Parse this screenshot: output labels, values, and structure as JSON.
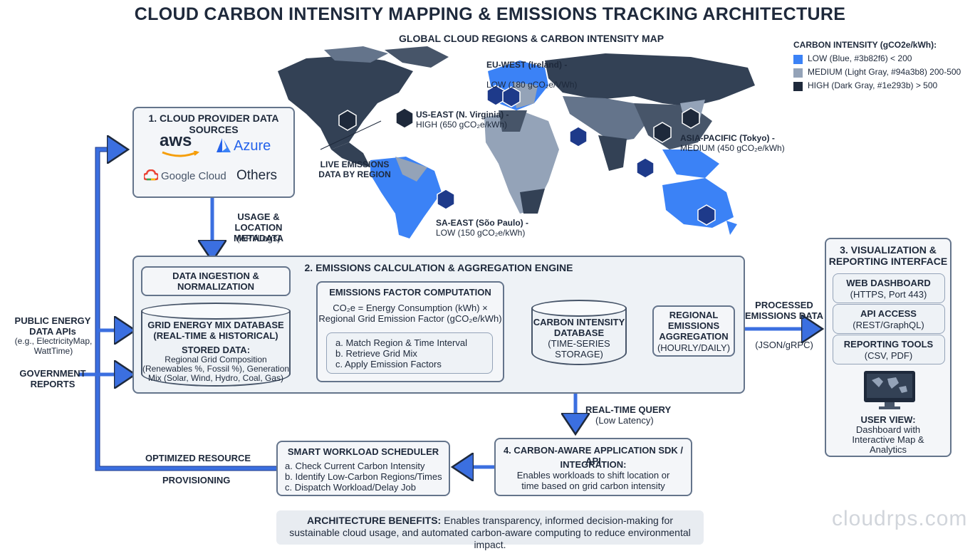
{
  "title": "CLOUD CARBON INTENSITY MAPPING & EMISSIONS TRACKING ARCHITECTURE",
  "map": {
    "heading": "GLOBAL CLOUD REGIONS & CARBON INTENSITY MAP",
    "live_label": "LIVE EMISSIONS\nDATA BY REGION",
    "regions": [
      {
        "name": "EU-WEST (Ireland) -",
        "value": "LOW (180 gCO₂e/VWh)"
      },
      {
        "name": "US-EAST (N. Virginia) -",
        "value": "HIGH (650 gCO₂e/kWh)"
      },
      {
        "name": "ASIA-PACIFIC (Tokyo) -",
        "value": "MEDIUM (450 gCO₂e/kWh)"
      },
      {
        "name": "SA-EAST (Sõo Paulo) -",
        "value": "LOW (150 gCO₂e/kWh)"
      }
    ]
  },
  "legend": {
    "title": "CARBON INTENSITY (gCO2e/kWh):",
    "items": [
      {
        "label": "LOW (Blue, #3b82f6) < 200",
        "color": "#3b82f6"
      },
      {
        "label": "MEDIUM (Light Gray, #94a3b8) 200-500",
        "color": "#94a3b8"
      },
      {
        "label": "HIGH (Dark Gray, #1e293b) > 500",
        "color": "#1e293b"
      }
    ]
  },
  "sources": {
    "heading": "1. CLOUD PROVIDER DATA SOURCES",
    "aws": "aws",
    "azure": "Azure",
    "google": "Google Cloud",
    "others": "Others"
  },
  "usage_label": "USAGE & LOCATION\nMETADATA",
  "usage_sub": "(API/Logs)",
  "left_inputs": {
    "public_energy": "PUBLIC ENERGY\nDATA APIs",
    "public_energy_sub": "(e.g., ElectricityMap,\nWattTime)",
    "government": "GOVERNMENT\nREPORTS"
  },
  "engine": {
    "heading": "2. EMISSIONS CALCULATION & AGGREGATION ENGINE",
    "ingestion": "DATA INGESTION &\nNORMALIZATION",
    "grid_db_title": "GRID ENERGY MIX DATABASE\n(REAL-TIME & HISTORICAL)",
    "grid_db_stored": "STORED DATA:",
    "grid_db_body": "Regional Grid Composition\n(Renewables %, Fossil %), Generation\nMix (Solar, Wind, Hydro, Coal, Gas)",
    "factor_title": "EMISSIONS FACTOR COMPUTATION",
    "factor_formula": "CO₂e = Energy Consumption (kWh) ×\nRegional Grid Emission Factor (gCO₂e/kWh)",
    "factor_steps": [
      "a. Match Region & Time Interval",
      "b. Retrieve Grid Mix",
      "c. Apply Emission Factors"
    ],
    "ci_db_title": "CARBON INTENSITY\nDATABASE",
    "ci_db_sub": "(TIME-SERIES\nSTORAGE)",
    "agg_title": "REGIONAL\nEMISSIONS\nAGGREGATION",
    "agg_sub": "(HOURLY/DAILY)"
  },
  "processed_label": "PROCESSED\nEMISSIONS DATA",
  "processed_sub": "(JSON/gRPC)",
  "viz": {
    "heading": "3. VISUALIZATION &\nREPORTING INTERFACE",
    "items": [
      {
        "title": "WEB DASHBOARD",
        "sub": "(HTTPS, Port 443)"
      },
      {
        "title": "API ACCESS",
        "sub": "(REST/GraphQL)"
      },
      {
        "title": "REPORTING TOOLS",
        "sub": "(CSV, PDF)"
      }
    ],
    "user_view_title": "USER VIEW:",
    "user_view_body": "Dashboard with\nInteractive Map &\nAnalytics"
  },
  "realtime_label": "REAL-TIME QUERY",
  "realtime_sub": "(Low Latency)",
  "sdk": {
    "heading": "4. CARBON-AWARE APPLICATION SDK / API",
    "integration": "INTEGRATION:",
    "body": "Enables workloads to shift location or\ntime based on grid carbon intensity"
  },
  "scheduler": {
    "heading": "SMART WORKLOAD SCHEDULER",
    "steps": [
      "a. Check Current Carbon Intensity",
      "b. Identify Low-Carbon Regions/Times",
      "c. Dispatch Workload/Delay Job"
    ]
  },
  "optimized_label": "OPTIMIZED RESOURCE",
  "provisioning_label": "PROVISIONING",
  "benefits": {
    "label": "ARCHITECTURE BENEFITS:",
    "text": " Enables transparency, informed decision-making for sustainable cloud usage, and automated carbon-aware computing to reduce environmental impact."
  },
  "watermark": "cloudrps.com",
  "colors": {
    "arrow": "#3b6fe0",
    "low": "#3b82f6",
    "medium": "#94a3b8",
    "high": "#1e293b"
  }
}
